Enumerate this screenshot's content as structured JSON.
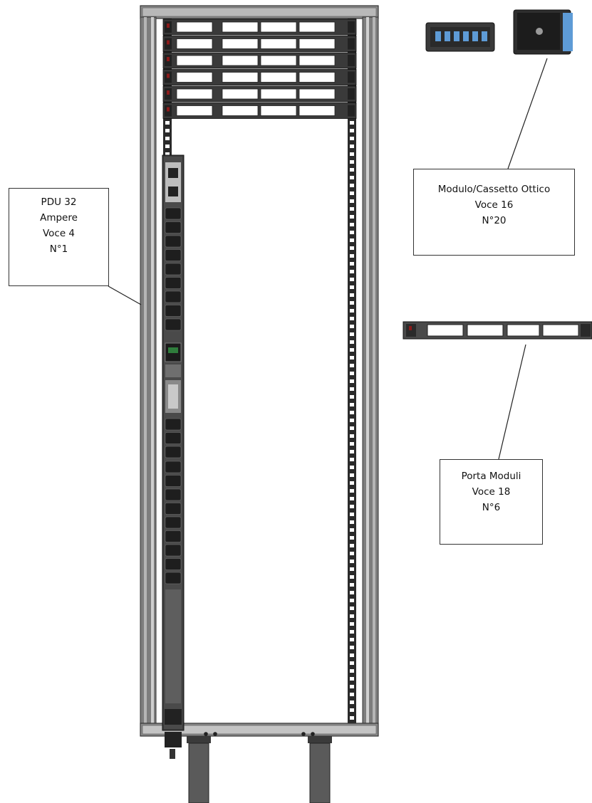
{
  "callouts": {
    "pdu": {
      "lines": [
        "PDU 32",
        "Ampere",
        "Voce 4",
        "N°1"
      ]
    },
    "optical_module": {
      "lines": [
        "Modulo/Cassetto Ottico",
        "Voce 16",
        "N°20"
      ]
    },
    "module_holder": {
      "lines": [
        "Porta Moduli",
        "Voce 18",
        "N°6"
      ]
    }
  },
  "colors": {
    "frame": "#6e6e6e",
    "frame_dark": "#2d2d2d",
    "panel_face": "#3a3a3a",
    "port_hole": "#ffffff",
    "accent_red": "#8b1a1a",
    "cassette_port": "#4a8fd0"
  },
  "icons": {
    "rack": "server-rack-icon",
    "pdu": "pdu-strip-icon",
    "cassette": "fiber-cassette-icon",
    "holder": "module-holder-icon"
  }
}
